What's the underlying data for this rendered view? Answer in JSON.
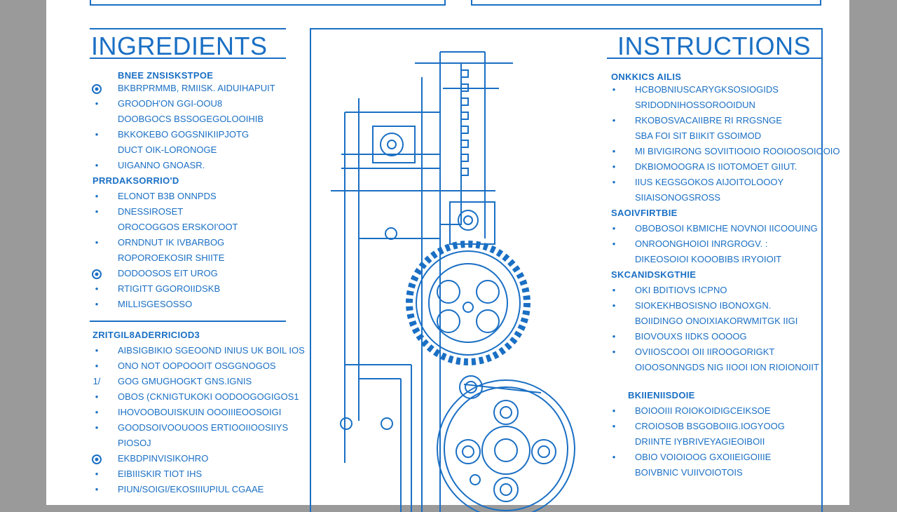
{
  "left": {
    "heading": "INGREDIENTS",
    "section1": {
      "sub": "BNEE ZNSISKSTPOE",
      "rows": [
        {
          "mark": "circle",
          "text": "BKBRPRMMB, RMIISK. AIDUIHAPUIT"
        },
        {
          "mark": "•",
          "text": "GROODH'ON GGI-OOU8"
        },
        {
          "mark": "",
          "text": "DOOBGOCS BSSOGEGOLOOIHIB"
        },
        {
          "mark": "•",
          "text": "BKKOKEBO GOGSNIKIIPJOTG"
        },
        {
          "mark": "",
          "text": "DUCT OIK-LORONOGE"
        },
        {
          "mark": "•",
          "text": "UIGANNO GNOASR."
        }
      ]
    },
    "section2": {
      "sub": "PRRDAKSORRIO'D",
      "rows": [
        {
          "mark": "•",
          "text": "ELONOT B3B ONNPDS"
        },
        {
          "mark": "•",
          "text": "DNESSIROSET"
        },
        {
          "mark": "",
          "text": "OROCOGGOS ERSKOI'OOT"
        },
        {
          "mark": "•",
          "text": "ORNDNUT IK IVBARBOG"
        },
        {
          "mark": "",
          "text": "ROPOROEKOSIR SHIITE"
        },
        {
          "mark": "circle",
          "text": "DODOOSOS EIT UROG"
        },
        {
          "mark": "•",
          "text": "RTIGITT GGOROIIDSKB"
        },
        {
          "mark": "•",
          "text": "MILLISGESOSSO"
        }
      ]
    },
    "section3": {
      "sub": "ZRITGIL8ADERRICIOD3",
      "rows": [
        {
          "mark": "•",
          "text": "AIBSIGBIKIO SGEOOND INIUS UK BOIL IOS"
        },
        {
          "mark": "•",
          "text": "ONO NOT OOPOOOIT OSGGNOGOS"
        },
        {
          "mark": "1/",
          "text": "GOG GMUGHOGKT GNS.IGNIS"
        },
        {
          "mark": "•",
          "text": "OBOS (CKNIGTUKOKI OODOOGOGIGOS1"
        },
        {
          "mark": "•",
          "text": "IHOVOOBOUISKUIN OOOIIIEOOSOIGI"
        },
        {
          "mark": "•",
          "text": "GOODSOIVOOUOOS ERTIOOIIOOSIIYS"
        },
        {
          "mark": "",
          "text": "PIOSOJ"
        },
        {
          "mark": "circle",
          "text": "EKBDPINVISIKOHRO"
        },
        {
          "mark": "•",
          "text": "EIBIIISKIR TIOT IHS"
        },
        {
          "mark": "•",
          "text": "PIUN/SOIGI/EKOSIIIUPIUL CGAAE"
        }
      ]
    }
  },
  "right": {
    "heading": "INSTRUCTIONS",
    "section1": {
      "sub": "ONKKICS AILIS",
      "rows": [
        {
          "mark": "•",
          "text": "HCBOBNIUSCARYGKSOSIOGIDS"
        },
        {
          "mark": "",
          "text": "SRIDODNIHOSSOROOIDUN"
        },
        {
          "mark": "•",
          "text": "RKOBOSVACAIIBRE RI RRGSNGE"
        },
        {
          "mark": "",
          "text": "SBA FOI SIT BIIKIT GSOIMOD"
        },
        {
          "mark": "•",
          "text": "MI BIVIGIRONG SOVIITIOOIO ROOIOOSOIOOIO"
        },
        {
          "mark": "•",
          "text": "DKBIOMOOGRA IS IIOTOMOET GIIUT."
        },
        {
          "mark": "•",
          "text": "IIUS KEGSGOKOS AIJOITOLOOOY"
        },
        {
          "mark": "",
          "text": "SIIAISONOGSROSS"
        }
      ]
    },
    "section2": {
      "sub": "SAOIVFIRTBIE",
      "rows": [
        {
          "mark": "•",
          "text": "OBOBOSOI KBMICHE NOVNOI IICOOUING"
        },
        {
          "mark": "•",
          "text": "ONROONGHOIOI INRGROGV. :"
        },
        {
          "mark": "",
          "text": "DIKEOSOIOI KOOOBIBS IRYOIOIT"
        }
      ]
    },
    "section3": {
      "sub": "SKCANIDSKGTHIE",
      "rows": [
        {
          "mark": "•",
          "text": "OKI BDITIOVS ICPNO"
        },
        {
          "mark": "•",
          "text": "SIOKEKHBOSISNO IBONOXGN."
        },
        {
          "mark": "",
          "text": "BOIIDINGO ONOIXIAKORWMITGK IIGI"
        },
        {
          "mark": "•",
          "text": "BIOVOUXS IIDKS OOOOG"
        },
        {
          "mark": "•",
          "text": "OVIIOSCOOI OII IIROOGORIGKT"
        },
        {
          "mark": "",
          "text": "OIOOSONNGDS NIG IIOOI ION RIOIONOIIT"
        }
      ]
    },
    "section4": {
      "sub": "BKIIENIISDOIE",
      "rows": [
        {
          "mark": "•",
          "text": "BOIOOIII ROIOKOIDIGCEIKSOE"
        },
        {
          "mark": "•",
          "text": "CROIOSOB BSGOBOIIG.IOGYOOG"
        },
        {
          "mark": "",
          "text": "DRIINTE IYBRIVEYAGIEOIBOII"
        },
        {
          "mark": "•",
          "text": "OBIO VOIOIOOG GXOIIEIGOIIIE"
        },
        {
          "mark": "",
          "text": "BOIVBNIC VUIIVOIOTOIS"
        }
      ]
    }
  },
  "colors": {
    "ink": "#1a6fc4",
    "paper": "#ffffff",
    "margin": "#9a9a9a"
  }
}
